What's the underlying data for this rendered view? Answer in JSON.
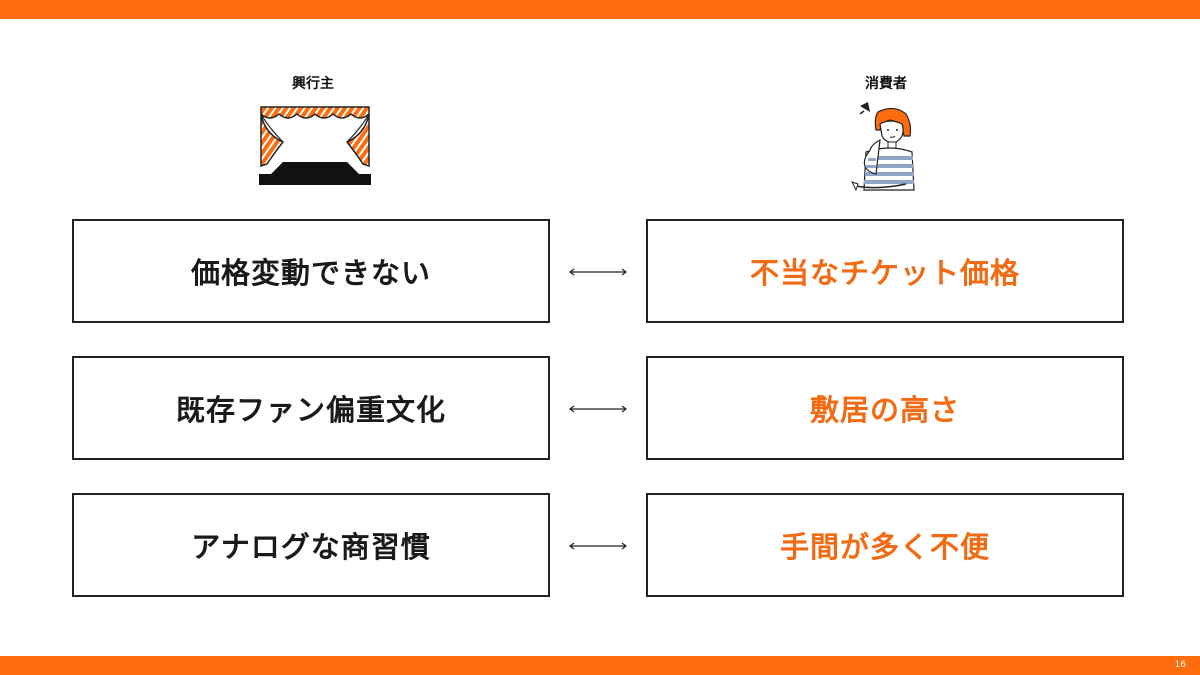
{
  "slide": {
    "page_number": "16"
  },
  "columns": {
    "left_label": "興行主",
    "right_label": "消費者"
  },
  "icons": {
    "left": "stage-curtain-icon",
    "right": "thinking-person-icon",
    "connector": "double-arrow-icon"
  },
  "colors": {
    "accent": "#ff6c0d",
    "highlight_text": "#f26a12"
  },
  "rows": [
    {
      "left": "価格変動できない",
      "right": "不当なチケット価格"
    },
    {
      "left": "既存ファン偏重文化",
      "right": "敷居の高さ"
    },
    {
      "left": "アナログな商習慣",
      "right": "手間が多く不便"
    }
  ]
}
